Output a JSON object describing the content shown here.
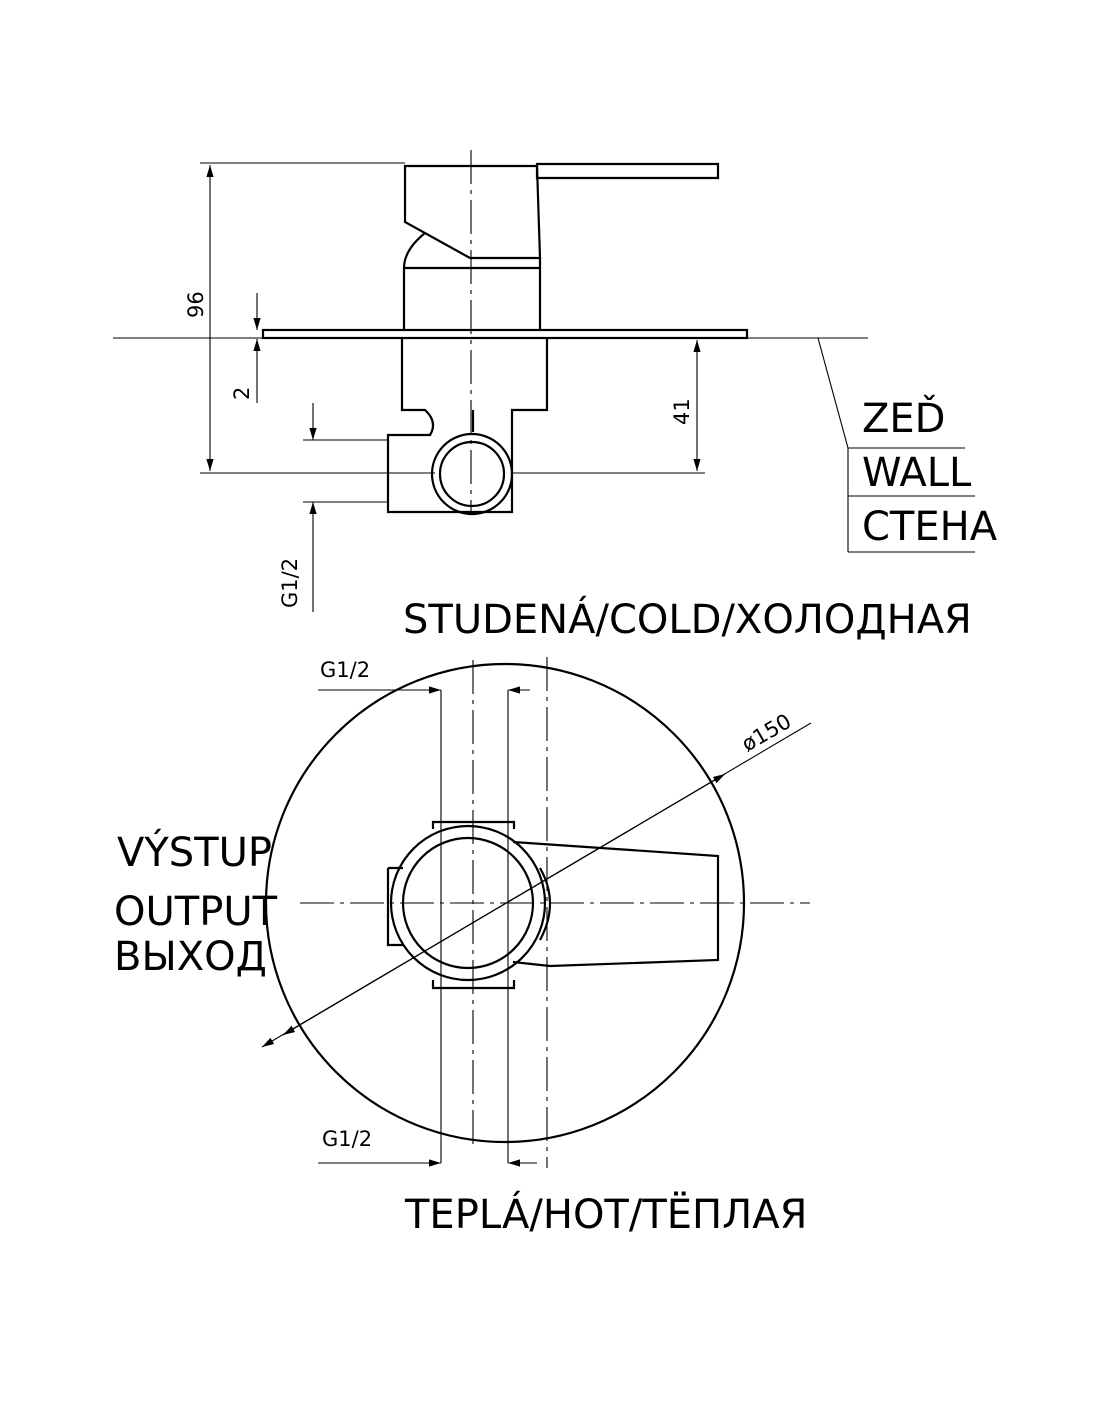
{
  "side_view": {
    "dim_total_height": "96",
    "dim_plate_thickness": "2",
    "dim_depth": "41",
    "dim_connection": "G1/2"
  },
  "wall_legend": {
    "cz": "ZEĎ",
    "en": "WALL",
    "ru": "СТЕНА"
  },
  "front_view": {
    "label_cold": "STUDENÁ/COLD/ХОЛОДНАЯ",
    "label_hot": "TEPLÁ/HOT/TЁПЛАЯ",
    "output_cz": "VÝSTUP",
    "output_en": "OUTPUT",
    "output_ru": "ВЫХОД",
    "dim_cold_connection": "G1/2",
    "dim_hot_connection": "G1/2",
    "dim_plate_diameter": "ø150"
  }
}
